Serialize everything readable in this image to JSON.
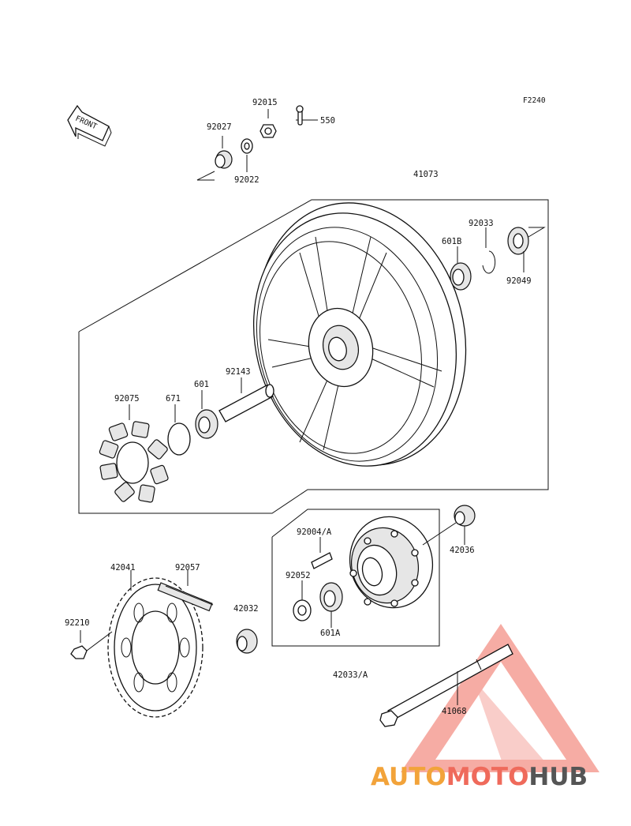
{
  "diagram": {
    "code": "F2240",
    "front_label": "FRONT",
    "parts": {
      "p92015": "92015",
      "p550": "550",
      "p92027": "92027",
      "p92022": "92022",
      "p41073": "41073",
      "p92033": "92033",
      "p601B": "601B",
      "p92049": "92049",
      "p92143": "92143",
      "p92075": "92075",
      "p671": "671",
      "p601": "601",
      "p92004A": "92004/A",
      "p42036": "42036",
      "p92052": "92052",
      "p601A": "601A",
      "p42041": "42041",
      "p92057": "92057",
      "p42032": "42032",
      "p92210": "92210",
      "p42033A": "42033/A",
      "p41068": "41068"
    }
  },
  "watermark": {
    "part1": "AUTO",
    "part2": "MOTO",
    "part3": "HUB",
    "colors": {
      "orange": "#f2a33a",
      "red": "#ef6a5b",
      "gray": "#555555"
    }
  }
}
